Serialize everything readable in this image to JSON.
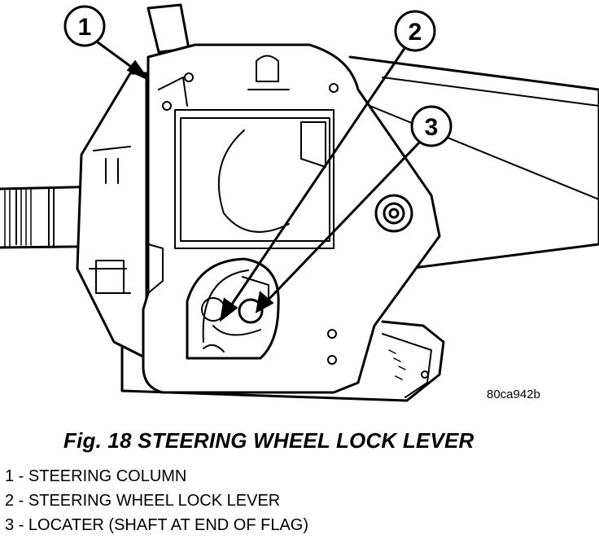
{
  "figure": {
    "title": "Fig. 18 STEERING WHEEL LOCK LEVER",
    "image_code": "80ca942b",
    "callouts": [
      {
        "number": "1",
        "part": "STEERING COLUMN"
      },
      {
        "number": "2",
        "part": "STEERING WHEEL LOCK LEVER"
      },
      {
        "number": "3",
        "part": "LOCATER (SHAFT AT END OF FLAG)"
      }
    ],
    "legend": [
      "1 - STEERING COLUMN",
      "2 - STEERING WHEEL LOCK LEVER",
      "3 - LOCATER (SHAFT AT END OF FLAG)"
    ]
  }
}
